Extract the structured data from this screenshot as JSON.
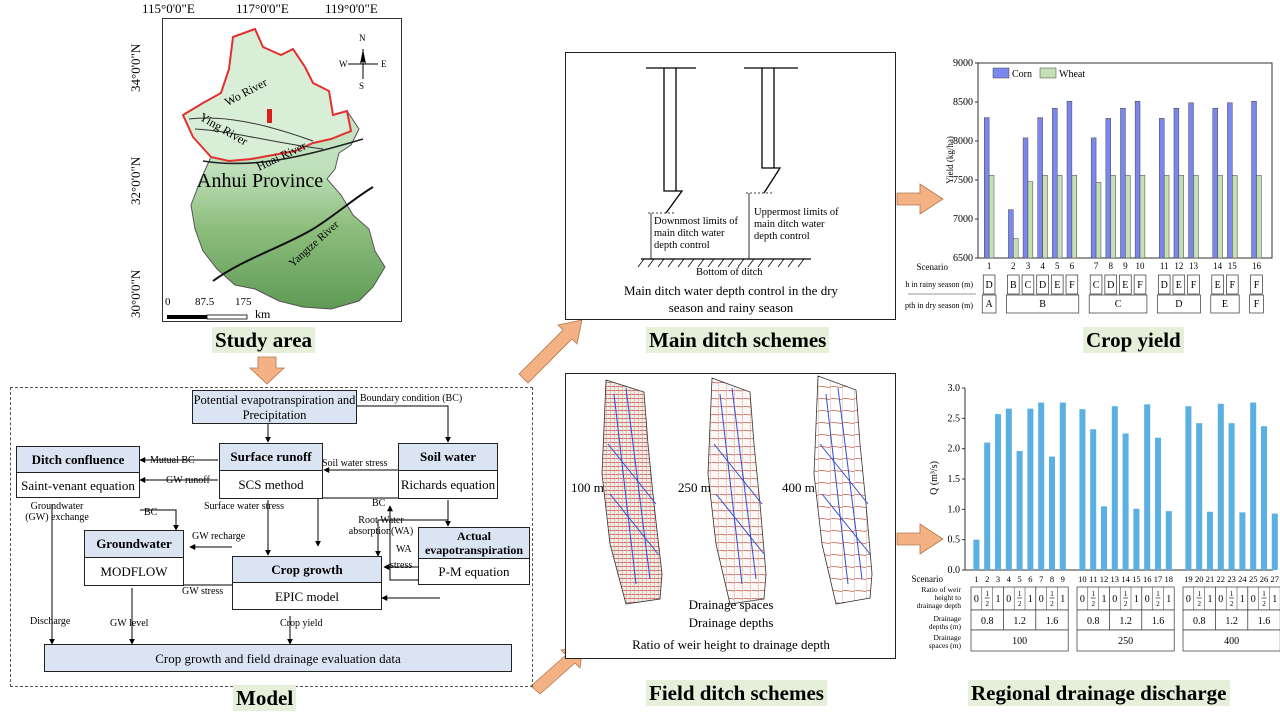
{
  "colors": {
    "corn": "#7b86ef",
    "wheat": "#c5e0b4",
    "discharge": "#5aafe3",
    "arrow": "#f4b183",
    "header": "#dbe4f2",
    "title_bg": "#e6efd9"
  },
  "study_area": {
    "title": "Study area",
    "lon_labels": [
      "115°0'0\"E",
      "117°0'0\"E",
      "119°0'0\"E"
    ],
    "lat_labels": [
      "34°0'0\"N",
      "32°0'0\"N",
      "30°0'0\"N"
    ],
    "rivers": [
      "Wo River",
      "Ying River",
      "Huai River",
      "Yangtze River"
    ],
    "province": "Anhui Province",
    "scale": [
      "0",
      "87.5",
      "175"
    ],
    "scale_unit": "km",
    "compass": [
      "N",
      "S",
      "W",
      "E"
    ]
  },
  "model": {
    "title": "Model",
    "boxes": {
      "pet": "Potential evapotranspiration and Precipitation",
      "ditch_hdr": "Ditch confluence",
      "ditch_body": "Saint-venant  equation",
      "runoff_hdr": "Surface runoff",
      "runoff_body": "SCS method",
      "soil_hdr": "Soil water",
      "soil_body": "Richards equation",
      "gw_hdr": "Groundwater",
      "gw_body": "MODFLOW",
      "crop_hdr": "Crop growth",
      "crop_body": "EPIC model",
      "aet_hdr": "Actual evapotranspiration",
      "aet_body": "P-M equation",
      "eval": "Crop growth and field drainage evaluation data"
    },
    "labels": {
      "bc": "Boundary condition (BC)",
      "mutual": "Mutual BC",
      "gw_runoff": "GW runoff",
      "soil_stress": "Soil water stress",
      "gw_exchange": "Groundwater (GW) exchange",
      "bc2": "BC",
      "surface_stress": "Surface water stress",
      "bc3": "BC",
      "root": "Root Water absorption(WA)",
      "gw_recharge": "GW recharge",
      "wa": "WA",
      "stress": "stress",
      "gw_stress": "GW stress",
      "discharge": "Discharge",
      "gw_level": "GW level",
      "crop_yield": "Crop yield"
    }
  },
  "main_ditch": {
    "title": "Main ditch schemes",
    "down": "Downmost limits of main ditch water depth control",
    "up": "Uppermost limits of main ditch water depth control",
    "bottom": "Bottom of ditch",
    "caption": "Main ditch water depth control in the dry season and rainy season"
  },
  "field_ditch": {
    "title": "Field ditch schemes",
    "spacings": [
      "100 m",
      "250 m",
      "400 m"
    ],
    "captions": [
      "Drainage spaces",
      "Drainage depths",
      "Ratio of weir height to drainage depth"
    ]
  },
  "crop_yield": {
    "title": "Crop yield",
    "ylabel": "Yield (kg/ha)",
    "ylim": [
      6500,
      9000
    ],
    "yticks": [
      "9000",
      "8500",
      "8000",
      "7500",
      "7000",
      "6500"
    ],
    "legend": [
      "Corn",
      "Wheat"
    ],
    "row_labels": [
      "Scenario",
      "Water depth in rainy season (m)",
      "Water depth in dry season (m)"
    ],
    "rainy": [
      "D",
      "B",
      "C",
      "D",
      "E",
      "F",
      "C",
      "D",
      "E",
      "F",
      "D",
      "E",
      "F",
      "E",
      "F",
      "F"
    ],
    "dry": [
      "A",
      "B",
      "C",
      "D",
      "E",
      "F"
    ]
  },
  "discharge": {
    "title": "Regional drainage discharge",
    "ylabel": "Q (m³/s)",
    "ylim": [
      0,
      3.0
    ],
    "yticks": [
      "3.0",
      "2.5",
      "2.0",
      "1.5",
      "1.0",
      "0.5",
      "0.0"
    ],
    "row_labels": [
      "Scenario",
      "Ratio of weir height to drainage depth",
      "Drainage depths (m)",
      "Drainage spaces (m)"
    ],
    "ratios": [
      "0",
      "1/2",
      "1"
    ],
    "depths": [
      "0.8",
      "1.2",
      "1.6"
    ],
    "spaces": [
      "100",
      "250",
      "400"
    ]
  },
  "chart_data": [
    {
      "type": "bar",
      "title": "Crop yield",
      "ylabel": "Yield (kg/ha)",
      "ylim": [
        6500,
        9000
      ],
      "categories": [
        "1",
        "2",
        "3",
        "4",
        "5",
        "6",
        "7",
        "8",
        "9",
        "10",
        "11",
        "12",
        "13",
        "14",
        "15",
        "16"
      ],
      "series": [
        {
          "name": "Corn",
          "values": [
            8300,
            7120,
            8040,
            8300,
            8420,
            8510,
            8040,
            8290,
            8420,
            8510,
            8290,
            8420,
            8490,
            8420,
            8490,
            8510
          ]
        },
        {
          "name": "Wheat",
          "values": [
            7560,
            6750,
            7480,
            7560,
            7560,
            7560,
            7470,
            7560,
            7560,
            7560,
            7560,
            7560,
            7560,
            7560,
            7560,
            7560
          ]
        }
      ]
    },
    {
      "type": "bar",
      "title": "Regional drainage discharge",
      "ylabel": "Q (m³/s)",
      "ylim": [
        0,
        3.0
      ],
      "categories": [
        "1",
        "2",
        "3",
        "4",
        "5",
        "6",
        "7",
        "8",
        "9",
        "10",
        "11",
        "12",
        "13",
        "14",
        "15",
        "16",
        "17",
        "18",
        "19",
        "20",
        "21",
        "22",
        "23",
        "24",
        "25",
        "26",
        "27"
      ],
      "values": [
        0.5,
        2.1,
        2.57,
        2.66,
        1.96,
        2.66,
        2.76,
        1.87,
        2.76,
        2.65,
        2.32,
        1.05,
        2.7,
        2.25,
        1.01,
        2.73,
        2.18,
        0.97,
        2.7,
        2.42,
        0.96,
        2.74,
        2.42,
        0.95,
        2.76,
        2.37,
        0.93
      ]
    }
  ]
}
